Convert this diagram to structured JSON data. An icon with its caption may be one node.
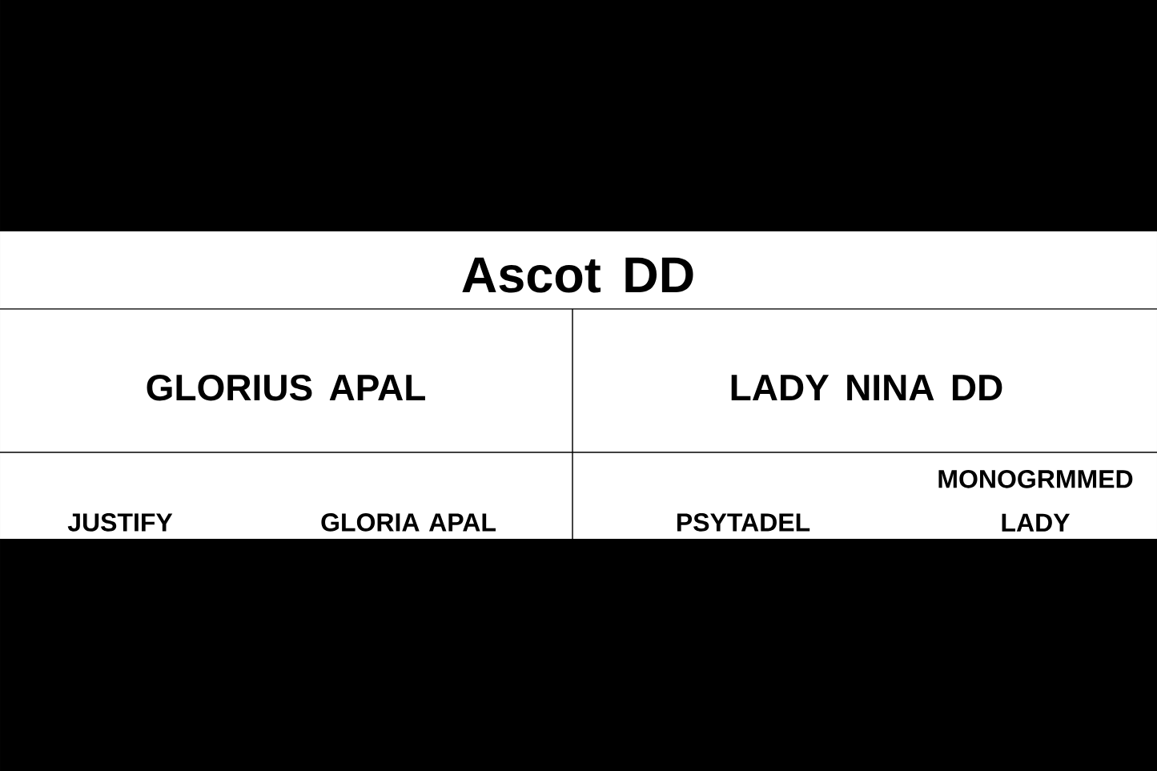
{
  "diagram": {
    "nodes": [
      {
        "text": [
          "Ascot DD"
        ]
      },
      {
        "text": [
          "GLORIUS APAL"
        ]
      },
      {
        "text": [
          "LADY NINA DD"
        ]
      },
      {
        "text": [
          "JUSTIFY"
        ]
      },
      {
        "text": [
          "GLORIA APAL"
        ]
      },
      {
        "text": [
          "PSYTADEL"
        ]
      },
      {
        "text": [
          "MONOGRMMED LADY"
        ]
      }
    ]
  }
}
